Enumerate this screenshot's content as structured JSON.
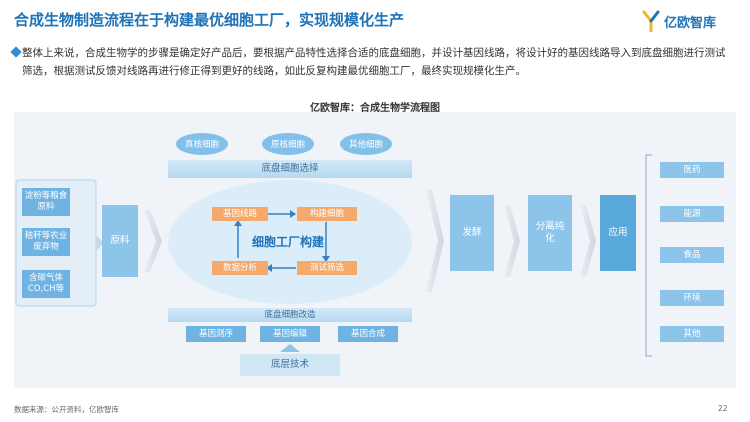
{
  "header": {
    "title": "合成生物制造流程在于构建最优细胞工厂，实现规模化生产",
    "logo_text": "亿欧智库"
  },
  "summary": "整体上来说，合成生物学的步骤是确定好产品后，要根据产品特性选择合适的底盘细胞，并设计基因线路，将设计好的基因线路导入到底盘细胞进行测试筛选，根据测试反馈对线路再进行修正得到更好的线路，如此反复构建最优细胞工厂，最终实现规模化生产。",
  "diagram": {
    "title": "亿欧智库：合成生物学流程图",
    "materials": [
      "淀粉等粮食原料",
      "秸秆等农业废弃物",
      "含碳气体CO,CH等"
    ],
    "raw_label": "原料",
    "cell_types": [
      "真核细胞",
      "原核细胞",
      "其他细胞"
    ],
    "chassis_select": "底盘细胞选择",
    "loop": {
      "center": "细胞工厂构建",
      "gene_circuit": "基因线路",
      "build_cell": "构建细胞",
      "data_analysis": "数据分析",
      "test_screen": "测试筛选"
    },
    "chassis_modify": "底盘细胞改造",
    "techs": [
      "基因测序",
      "基因编辑",
      "基因合成"
    ],
    "base_tech": "底层技术",
    "ferment": "发酵",
    "separate": "分离纯化",
    "apply": "应用",
    "applications": [
      "医药",
      "能源",
      "食品",
      "环境",
      "其他"
    ]
  },
  "footer": {
    "source": "数据来源：公开资料，亿欧智库",
    "page": "22"
  },
  "colors": {
    "primary": "#1e73b8",
    "box_light": "#9ccbea",
    "box_mid": "#6fb3e3",
    "orange": "#f5a96a",
    "bg": "#f0f4f8"
  }
}
